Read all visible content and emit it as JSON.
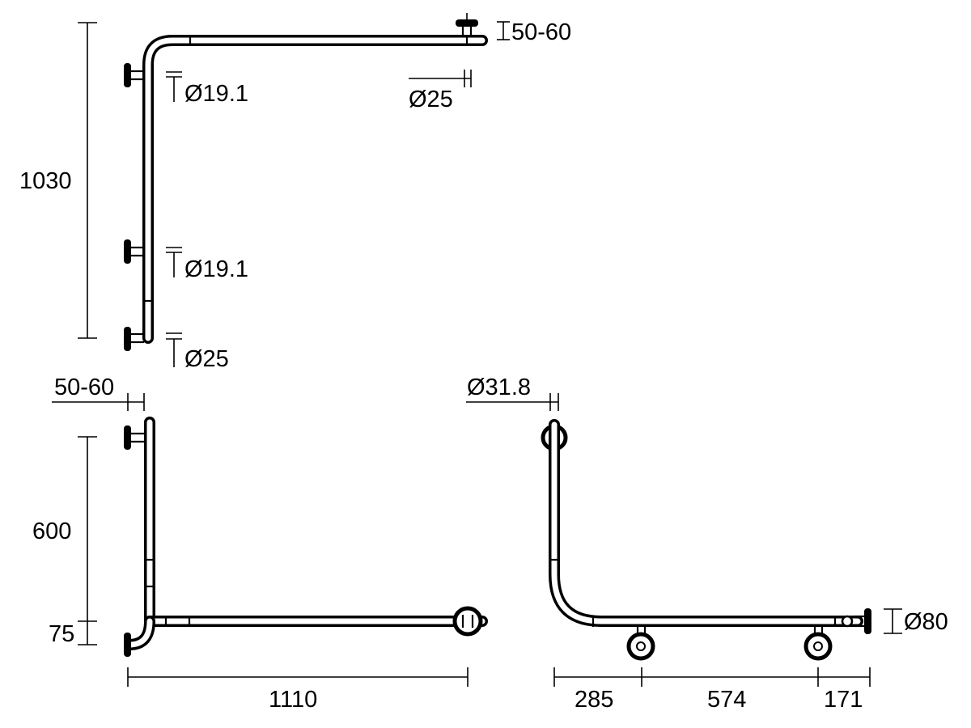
{
  "top_view": {
    "height": "1030",
    "tube_small_1": "Ø19.1",
    "tube_small_2": "Ø19.1",
    "tube_large": "Ø25",
    "tube_top": "Ø25",
    "offset": "50-60"
  },
  "front_view": {
    "offset": "50-60",
    "height_upper": "600",
    "height_lower": "75",
    "width": "1110"
  },
  "side_view": {
    "tube_diameter": "Ø31.8",
    "plate_diameter": "Ø80",
    "span_1": "285",
    "span_2": "574",
    "span_3": "171"
  }
}
